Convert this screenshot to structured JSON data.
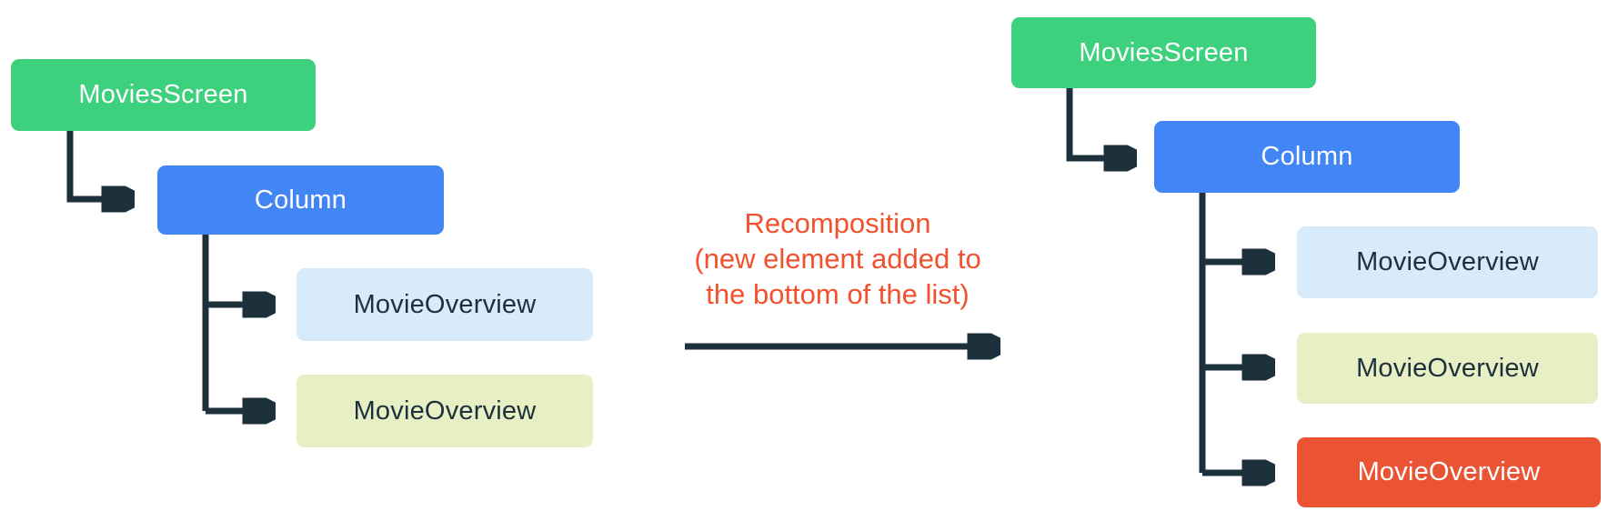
{
  "diagram": {
    "kind": "component-tree-recomposition",
    "annotation": {
      "text": "Recomposition\n(new element added to\nthe bottom of the list)"
    },
    "trees": {
      "left": {
        "name": "before-recomposition",
        "nodes": [
          {
            "label": "MoviesScreen",
            "variant": "green"
          },
          {
            "label": "Column",
            "variant": "blue"
          },
          {
            "label": "MovieOverview",
            "variant": "light-blue"
          },
          {
            "label": "MovieOverview",
            "variant": "pale-yellow"
          }
        ],
        "edges": [
          "MoviesScreen -> Column",
          "Column -> MovieOverview (1)",
          "Column -> MovieOverview (2)"
        ]
      },
      "right": {
        "name": "after-recomposition",
        "nodes": [
          {
            "label": "MoviesScreen",
            "variant": "green"
          },
          {
            "label": "Column",
            "variant": "blue"
          },
          {
            "label": "MovieOverview",
            "variant": "light-blue"
          },
          {
            "label": "MovieOverview",
            "variant": "pale-yellow"
          },
          {
            "label": "MovieOverview",
            "variant": "orange",
            "state": "newly-added"
          }
        ],
        "edges": [
          "MoviesScreen -> Column",
          "Column -> MovieOverview (1)",
          "Column -> MovieOverview (2)",
          "Column -> MovieOverview (3, new)"
        ]
      }
    }
  },
  "colors": {
    "background": "#ffffff",
    "node_green": "#3dd07d",
    "node_blue": "#4285f4",
    "node_light_blue": "#d7ebfa",
    "node_pale_yellow": "#e9efc4",
    "node_orange": "#ea5434",
    "connector_dark": "#1c313c",
    "annotation_orange": "#f2512e",
    "text_on_dark": "#ffffff",
    "text_on_light": "#1c313c"
  }
}
